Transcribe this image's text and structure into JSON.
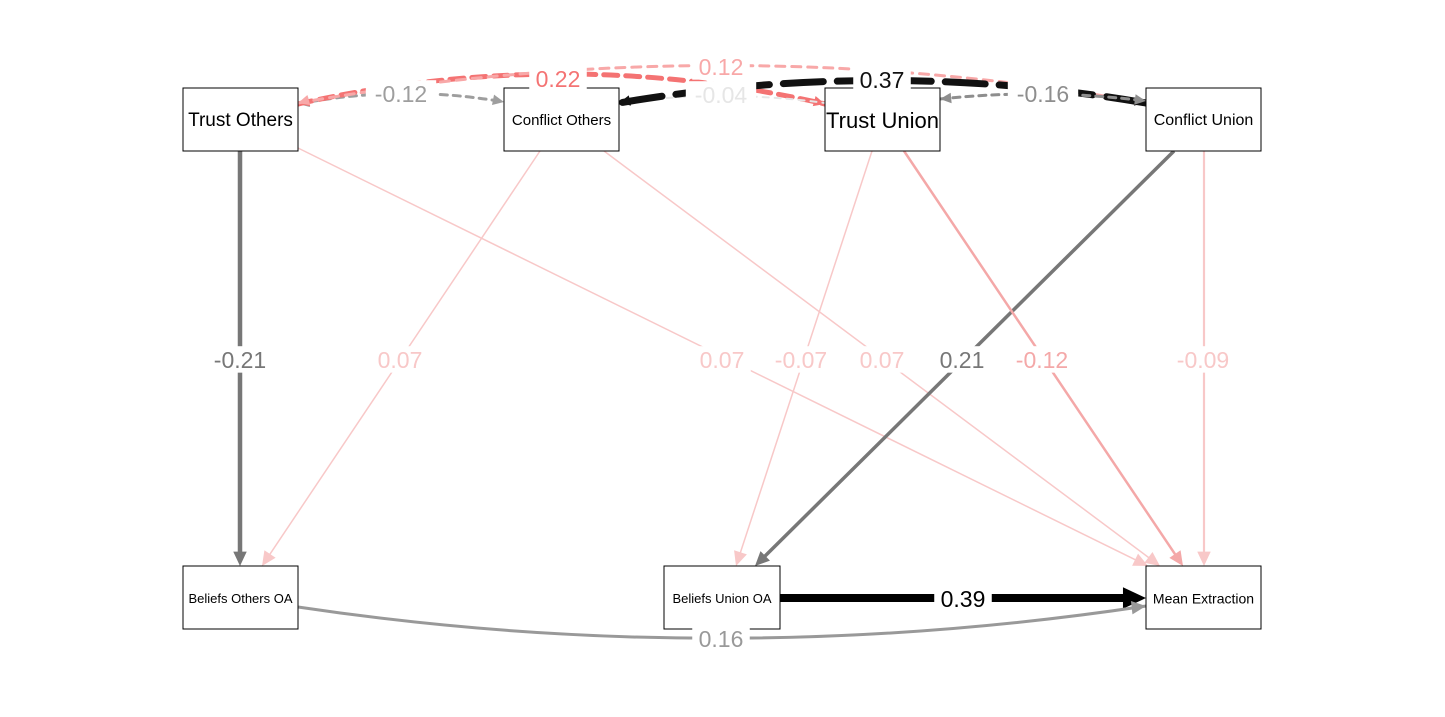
{
  "nodes": [
    {
      "id": "trust_others",
      "label": "Trust Others"
    },
    {
      "id": "conflict_others",
      "label": "Conflict Others"
    },
    {
      "id": "trust_union",
      "label": "Trust Union"
    },
    {
      "id": "conflict_union",
      "label": "Conflict Union"
    },
    {
      "id": "beliefs_others",
      "label": "Beliefs Others OA"
    },
    {
      "id": "beliefs_union",
      "label": "Beliefs Union OA"
    },
    {
      "id": "mean_extraction",
      "label": "Mean Extraction"
    }
  ],
  "paths": [
    {
      "id": "p_to_bo",
      "from": "trust_others",
      "to": "beliefs_others",
      "label": "-0.21",
      "color": "#777777"
    },
    {
      "id": "p_co_bo",
      "from": "conflict_others",
      "to": "beliefs_others",
      "label": "0.07",
      "color": "#F8C8C8"
    },
    {
      "id": "p_to_me",
      "from": "trust_others",
      "to": "mean_extraction",
      "label": "0.07",
      "color": "#F8C8C8"
    },
    {
      "id": "p_tu_bu",
      "from": "trust_union",
      "to": "beliefs_union",
      "label": "-0.07",
      "color": "#F8C8C8"
    },
    {
      "id": "p_co_me",
      "from": "conflict_others",
      "to": "mean_extraction",
      "label": "0.07",
      "color": "#F8C8C8"
    },
    {
      "id": "p_cu_bu",
      "from": "conflict_union",
      "to": "beliefs_union",
      "label": "0.21",
      "color": "#777777"
    },
    {
      "id": "p_tu_me",
      "from": "trust_union",
      "to": "mean_extraction",
      "label": "-0.12",
      "color": "#F4A8A8"
    },
    {
      "id": "p_cu_me",
      "from": "conflict_union",
      "to": "mean_extraction",
      "label": "-0.09",
      "color": "#F8C8C8"
    },
    {
      "id": "p_bu_me",
      "from": "beliefs_union",
      "to": "mean_extraction",
      "label": "0.39",
      "color": "#000000"
    },
    {
      "id": "p_bo_me",
      "from": "beliefs_others",
      "to": "mean_extraction",
      "label": "0.16",
      "color": "#999999"
    }
  ],
  "covariances": [
    {
      "id": "c_to_co",
      "from": "trust_others",
      "to": "conflict_others",
      "label": "-0.12",
      "color": "#9E9E9E"
    },
    {
      "id": "c_to_tu",
      "from": "trust_others",
      "to": "trust_union",
      "label": "0.22",
      "color": "#F47373"
    },
    {
      "id": "c_to_cu",
      "from": "trust_others",
      "to": "conflict_union",
      "label": "0.12",
      "color": "#F8A8A8"
    },
    {
      "id": "c_co_tu",
      "from": "conflict_others",
      "to": "trust_union",
      "label": "-0.04",
      "color": "#E6E6E6"
    },
    {
      "id": "c_cu_co",
      "from": "conflict_union",
      "to": "conflict_others",
      "label": "0.37",
      "color": "#111111"
    },
    {
      "id": "c_tu_cu",
      "from": "trust_union",
      "to": "conflict_union",
      "label": "-0.16",
      "color": "#8E8E8E"
    }
  ]
}
